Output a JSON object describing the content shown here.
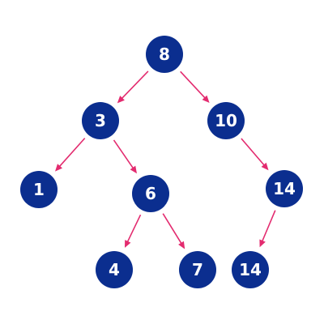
{
  "diagram": {
    "colors": {
      "node_fill": "#0b2e8f",
      "node_text": "#ffffff",
      "edge": "#e32b6f",
      "background": "#ffffff"
    },
    "nodes": [
      {
        "id": "n8",
        "label": "8"
      },
      {
        "id": "n3",
        "label": "3"
      },
      {
        "id": "n10",
        "label": "10"
      },
      {
        "id": "n1",
        "label": "1"
      },
      {
        "id": "n6",
        "label": "6"
      },
      {
        "id": "n14a",
        "label": "14"
      },
      {
        "id": "n4",
        "label": "4"
      },
      {
        "id": "n7",
        "label": "7"
      },
      {
        "id": "n14b",
        "label": "14"
      }
    ],
    "edges": [
      {
        "from": "n8",
        "to": "n3"
      },
      {
        "from": "n8",
        "to": "n10"
      },
      {
        "from": "n3",
        "to": "n1"
      },
      {
        "from": "n3",
        "to": "n6"
      },
      {
        "from": "n10",
        "to": "n14a"
      },
      {
        "from": "n6",
        "to": "n4"
      },
      {
        "from": "n6",
        "to": "n7"
      },
      {
        "from": "n14a",
        "to": "n14b"
      }
    ]
  }
}
